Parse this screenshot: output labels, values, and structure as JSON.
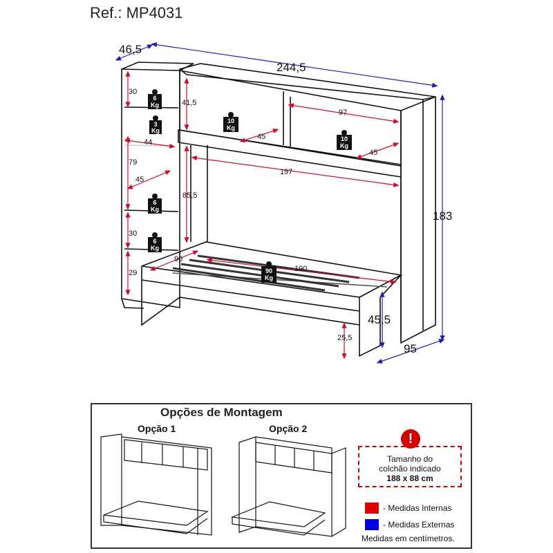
{
  "reference": "Ref.: MP4031",
  "dimensions": {
    "depth_top": "46,5",
    "width_total": "244,5",
    "height_total": "183",
    "bed_depth_ext": "95",
    "bed_height": "45,5",
    "leg_height": "25,5",
    "shelf_top_left": "30",
    "shelf_mid_left": "79",
    "shelf_lower_left": "30",
    "shelf_bottom_left": "29",
    "cab_width_left": "44",
    "cab_depth_left": "45",
    "niche_height": "41,5",
    "niche_width_right": "97",
    "niche_depth_mid": "45",
    "niche_depth_right": "45",
    "bed_clear_height": "85,5",
    "bed_clear_width": "197",
    "bed_length": "190",
    "bed_width": "90"
  },
  "weights": {
    "left_top": [
      "6",
      "Kg"
    ],
    "left_hang": [
      "3",
      "Kg"
    ],
    "left_mid": [
      "6",
      "Kg"
    ],
    "left_low": [
      "6",
      "Kg"
    ],
    "niche_mid": [
      "10",
      "Kg"
    ],
    "niche_right": [
      "10",
      "Kg"
    ],
    "bed": [
      "90",
      "Kg"
    ]
  },
  "assembly": {
    "title": "Opções de Montagem",
    "option1": "Opção 1",
    "option2": "Opção 2"
  },
  "mattress_note": {
    "line1": "Tamanho do",
    "line2": "colchão indicado",
    "size": "188 x 88 cm",
    "icon": "exclamation-icon"
  },
  "legend": {
    "internal": "- Medidas Internas",
    "external": "- Medidas Externas",
    "units": "Medidas em centímetros.",
    "internal_color": "#e00000",
    "external_color": "#0000e0"
  },
  "colors": {
    "internal": "#c8102e",
    "external": "#1f1fa8"
  }
}
